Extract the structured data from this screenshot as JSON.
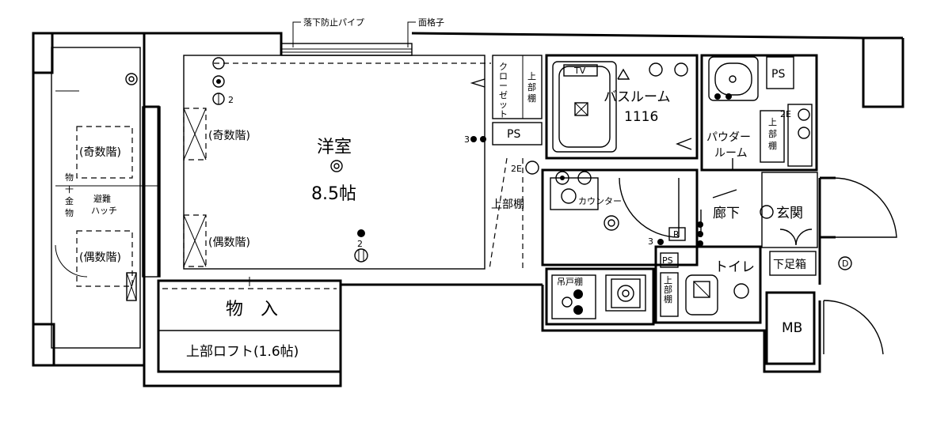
{
  "callouts": {
    "fall_pipe": "落下防止パイプ",
    "lattice": "面格子"
  },
  "balcony": {
    "odd_floor": "(奇数階)",
    "even_floor": "(偶数階)",
    "hardware": [
      "物",
      "干",
      "金",
      "物"
    ],
    "hatch": [
      "避難",
      "ハッチ"
    ]
  },
  "western_room": {
    "name": "洋室",
    "size": "8.5帖",
    "odd_floor": "(奇数階)",
    "even_floor": "(偶数階)"
  },
  "storage": {
    "name": "物　入",
    "loft": "上部ロフト(1.6帖)"
  },
  "closet": {
    "name": [
      "ク",
      "ロ",
      "ー",
      "ゼ",
      "ッ",
      "ト"
    ],
    "upper_shelf": [
      "上",
      "部",
      "棚"
    ]
  },
  "ps_labels": [
    "PS",
    "PS",
    "PS"
  ],
  "upper_shelf_label": "上部棚",
  "bathroom": {
    "name": "バスルーム",
    "size": "1116",
    "tv": "TV"
  },
  "powder_room": {
    "name": [
      "パウダー",
      "ルーム"
    ],
    "upper_shelf": [
      "上",
      "部",
      "棚"
    ]
  },
  "kitchen": {
    "counter": "カウンター",
    "hanging_shelf": "吊戸棚",
    "upper_shelf": [
      "上",
      "部",
      "棚"
    ]
  },
  "hallway": {
    "name": "廊下"
  },
  "entrance": {
    "name": "玄関",
    "shoe_box": "下足箱"
  },
  "toilet": {
    "name": "トイレ"
  },
  "mb": "MB",
  "symbols": {
    "d": "D",
    "r": "R",
    "n2": "2",
    "n3": "3",
    "n2e": "2E"
  }
}
